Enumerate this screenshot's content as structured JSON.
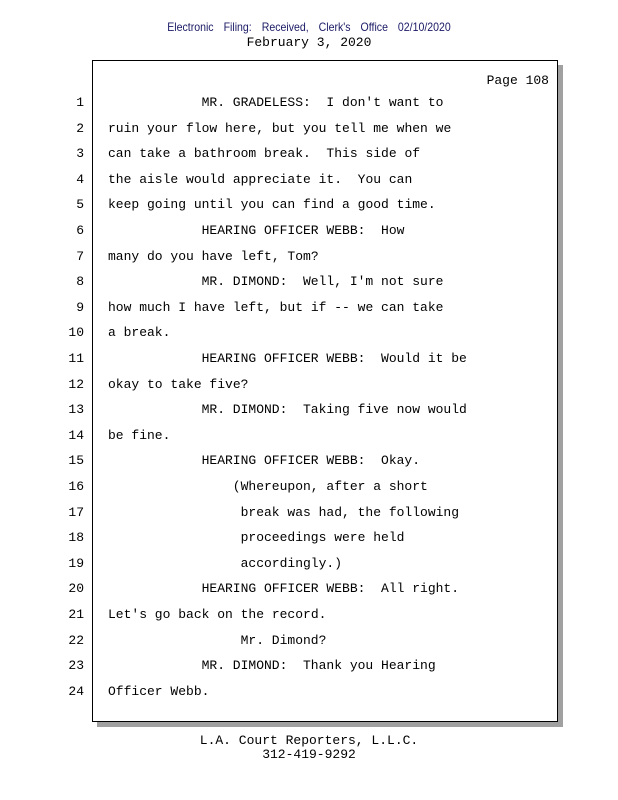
{
  "header": {
    "filing_stamp": "Electronic Filing: Received, Clerk's Office 02/10/2020",
    "date": "February 3, 2020"
  },
  "page_label": "Page 108",
  "lines": [
    {
      "n": "1",
      "text": "MR. GRADELESS:  I don't want to"
    },
    {
      "n": "2",
      "text": "ruin your flow here, but you tell me when we"
    },
    {
      "n": "3",
      "text": "can take a bathroom break.  This side of"
    },
    {
      "n": "4",
      "text": "the aisle would appreciate it.  You can"
    },
    {
      "n": "5",
      "text": "keep going until you can find a good time."
    },
    {
      "n": "6",
      "text": "HEARING OFFICER WEBB:  How"
    },
    {
      "n": "7",
      "text": "many do you have left, Tom?"
    },
    {
      "n": "8",
      "text": "MR. DIMOND:  Well, I'm not sure"
    },
    {
      "n": "9",
      "text": "how much I have left, but if -- we can take"
    },
    {
      "n": "10",
      "text": "a break."
    },
    {
      "n": "11",
      "text": "HEARING OFFICER WEBB:  Would it be"
    },
    {
      "n": "12",
      "text": "okay to take five?"
    },
    {
      "n": "13",
      "text": "MR. DIMOND:  Taking five now would"
    },
    {
      "n": "14",
      "text": "be fine."
    },
    {
      "n": "15",
      "text": "HEARING OFFICER WEBB:  Okay."
    },
    {
      "n": "16",
      "text": "(Whereupon, after a short"
    },
    {
      "n": "17",
      "text": "break was had, the following"
    },
    {
      "n": "18",
      "text": "proceedings were held"
    },
    {
      "n": "19",
      "text": "accordingly.)"
    },
    {
      "n": "20",
      "text": "HEARING OFFICER WEBB:  All right."
    },
    {
      "n": "21",
      "text": "Let's go back on the record."
    },
    {
      "n": "22",
      "text": "Mr. Dimond?"
    },
    {
      "n": "23",
      "text": "MR. DIMOND:  Thank you Hearing"
    },
    {
      "n": "24",
      "text": "Officer Webb."
    }
  ],
  "footer": {
    "company": "L.A. Court Reporters, L.L.C.",
    "phone": "312-419-9292"
  }
}
